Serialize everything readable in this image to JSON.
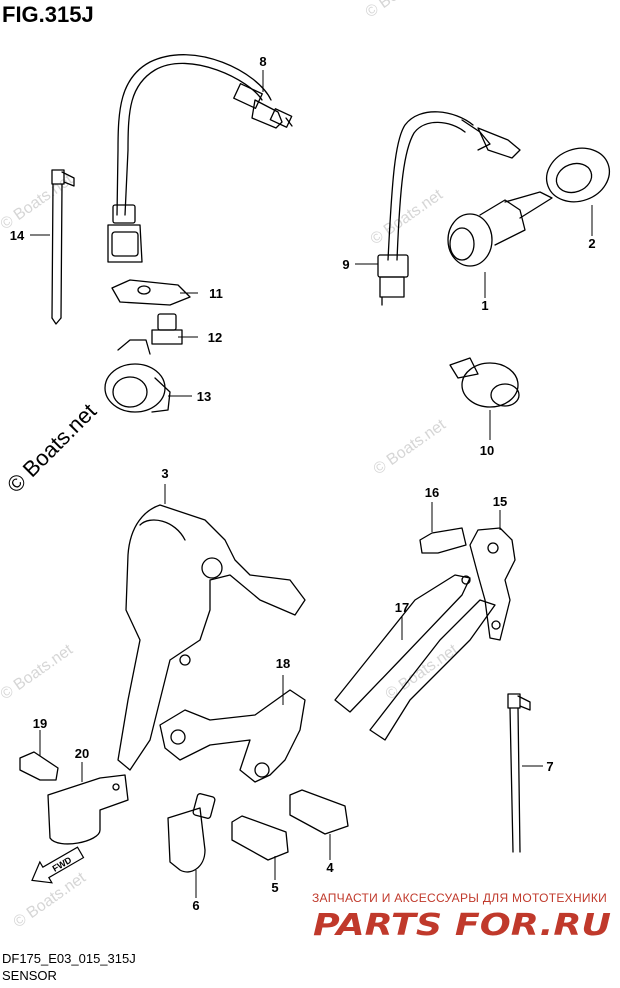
{
  "figure": {
    "title": "FIG.315J",
    "model_code": "DF175_E03_015_315J",
    "section": "SENSOR"
  },
  "watermarks": {
    "side": "© Boats.net",
    "faint": "© Boats.net"
  },
  "promo": {
    "text": "ЗАПЧАСТИ И АКСЕССУАРЫ ДЛЯ МОТОТЕХНИКИ",
    "logo_text": "PARTS FOR.RU"
  },
  "arrow_label": "FWD",
  "parts": [
    "1",
    "2",
    "3",
    "4",
    "5",
    "6",
    "7",
    "8",
    "9",
    "10",
    "11",
    "12",
    "13",
    "14",
    "15",
    "16",
    "17",
    "18",
    "19",
    "20"
  ],
  "colors": {
    "line": "#000000",
    "watermark": "#d6d6d6",
    "promo": "#c0392b"
  }
}
